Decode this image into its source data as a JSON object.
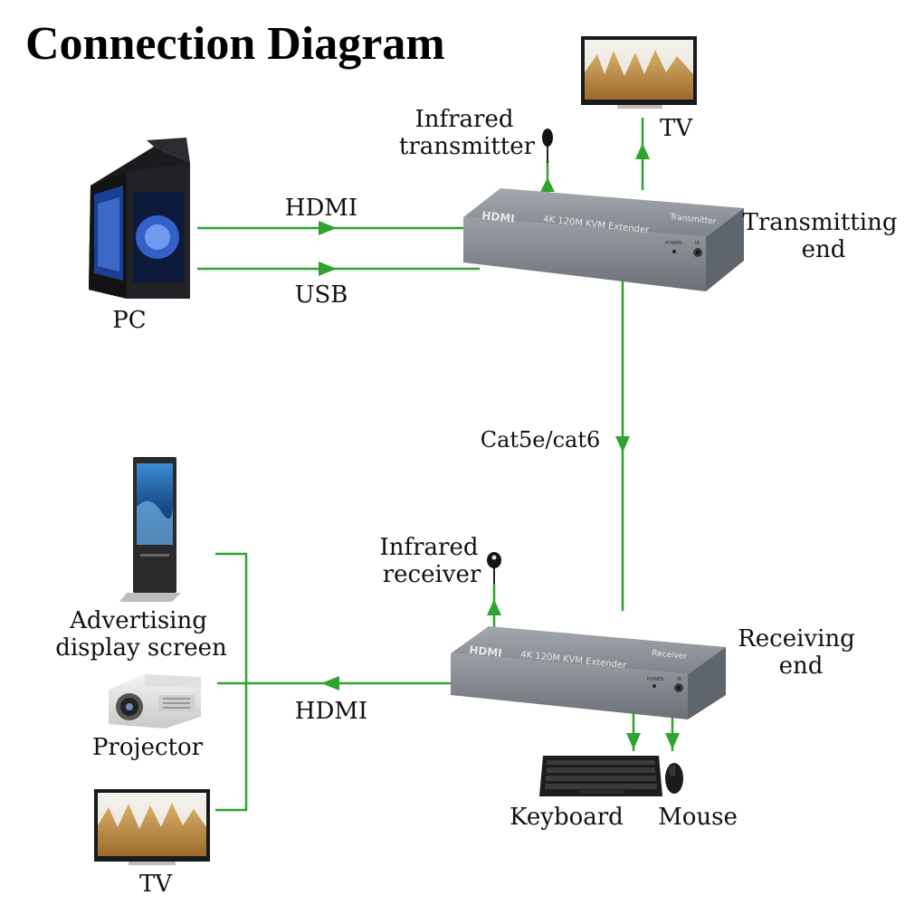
{
  "title": "Connection Diagram",
  "labels": {
    "tv_top": "TV",
    "infrared_transmitter_1": "Infrared",
    "infrared_transmitter_2": "transmitter",
    "hdmi_top": "HDMI",
    "usb": "USB",
    "pc": "PC",
    "transmitting_1": "Transmitting",
    "transmitting_2": "end",
    "cable": "Cat5e/cat6",
    "infrared_receiver_1": "Infrared",
    "infrared_receiver_2": "receiver",
    "receiving_1": "Receiving",
    "receiving_2": "end",
    "advertising_1": "Advertising",
    "advertising_2": "display screen",
    "projector": "Projector",
    "hdmi_bottom": "HDMI",
    "keyboard": "Keyboard",
    "mouse": "Mouse",
    "tv_bottom": "TV"
  },
  "devices": {
    "transmitter": {
      "logo": "HDMI",
      "model": "4K 120M KVM Extender",
      "role": "Transmitter",
      "power": "POWER",
      "ir": "IR"
    },
    "receiver": {
      "logo": "HDMI",
      "model": "4K 120M KVM Extender",
      "role": "Receiver",
      "power": "POWER",
      "ir": "IR"
    }
  },
  "colors": {
    "wire": "#2ea32e",
    "device": "#8a8f96"
  }
}
